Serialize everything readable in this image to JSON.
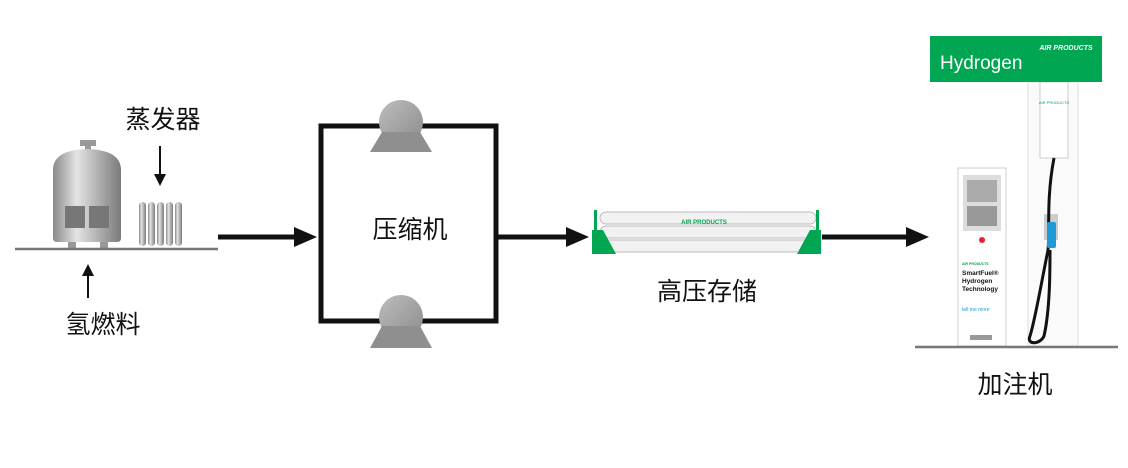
{
  "labels": {
    "evaporator": "蒸发器",
    "hydrogen_fuel": "氢燃料",
    "compressor": "压缩机",
    "high_pressure_storage": "高压存储",
    "dispenser": "加注机"
  },
  "dispenser": {
    "sign_text": "Hydrogen",
    "brand": "AIR PRODUCTS",
    "panel_line1": "SmartFuel®",
    "panel_line2": "Hydrogen",
    "panel_line3": "Technology",
    "panel_link": "tell me more"
  },
  "colors": {
    "brand_green": "#00a651",
    "hose_nozzle_blue": "#1e9ad6",
    "indicator_red": "#e8202a"
  }
}
